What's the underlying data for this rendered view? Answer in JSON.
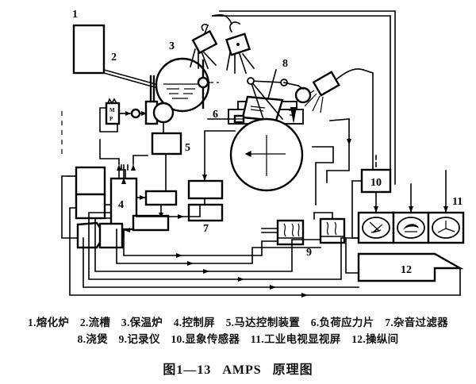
{
  "figure": {
    "number_label": "图1—13",
    "system_name": "AMPS",
    "title_suffix": "原理图"
  },
  "legend": {
    "line1": [
      {
        "num": "1.",
        "label": "熔化炉"
      },
      {
        "num": "2.",
        "label": "流槽"
      },
      {
        "num": "3.",
        "label": "保温炉"
      },
      {
        "num": "4.",
        "label": "控制屏"
      },
      {
        "num": "5.",
        "label": "马达控制装置"
      },
      {
        "num": "6.",
        "label": "负荷应力片"
      },
      {
        "num": "7.",
        "label": "杂音过滤器"
      }
    ],
    "line2": [
      {
        "num": "8.",
        "label": "浇煲"
      },
      {
        "num": "9.",
        "label": "记录仪"
      },
      {
        "num": "10.",
        "label": "显象传感器"
      },
      {
        "num": "11.",
        "label": "工业电视显视屏"
      },
      {
        "num": "12.",
        "label": "操纵间"
      }
    ]
  },
  "callouts": {
    "melting_furnace": "1",
    "launder": "2",
    "holding_furnace": "3",
    "control_panel": "4",
    "motor_control_unit": "5",
    "load_cell": "6",
    "noise_filter": "7",
    "pouring_ladle": "8",
    "recorder": "9",
    "image_sensor": "10",
    "tv_monitors": "11",
    "control_room": "12"
  },
  "inline_marks": {
    "motor": "M",
    "pump": "P"
  },
  "colors": {
    "ink": "#000000",
    "paper": "#fffffe"
  }
}
